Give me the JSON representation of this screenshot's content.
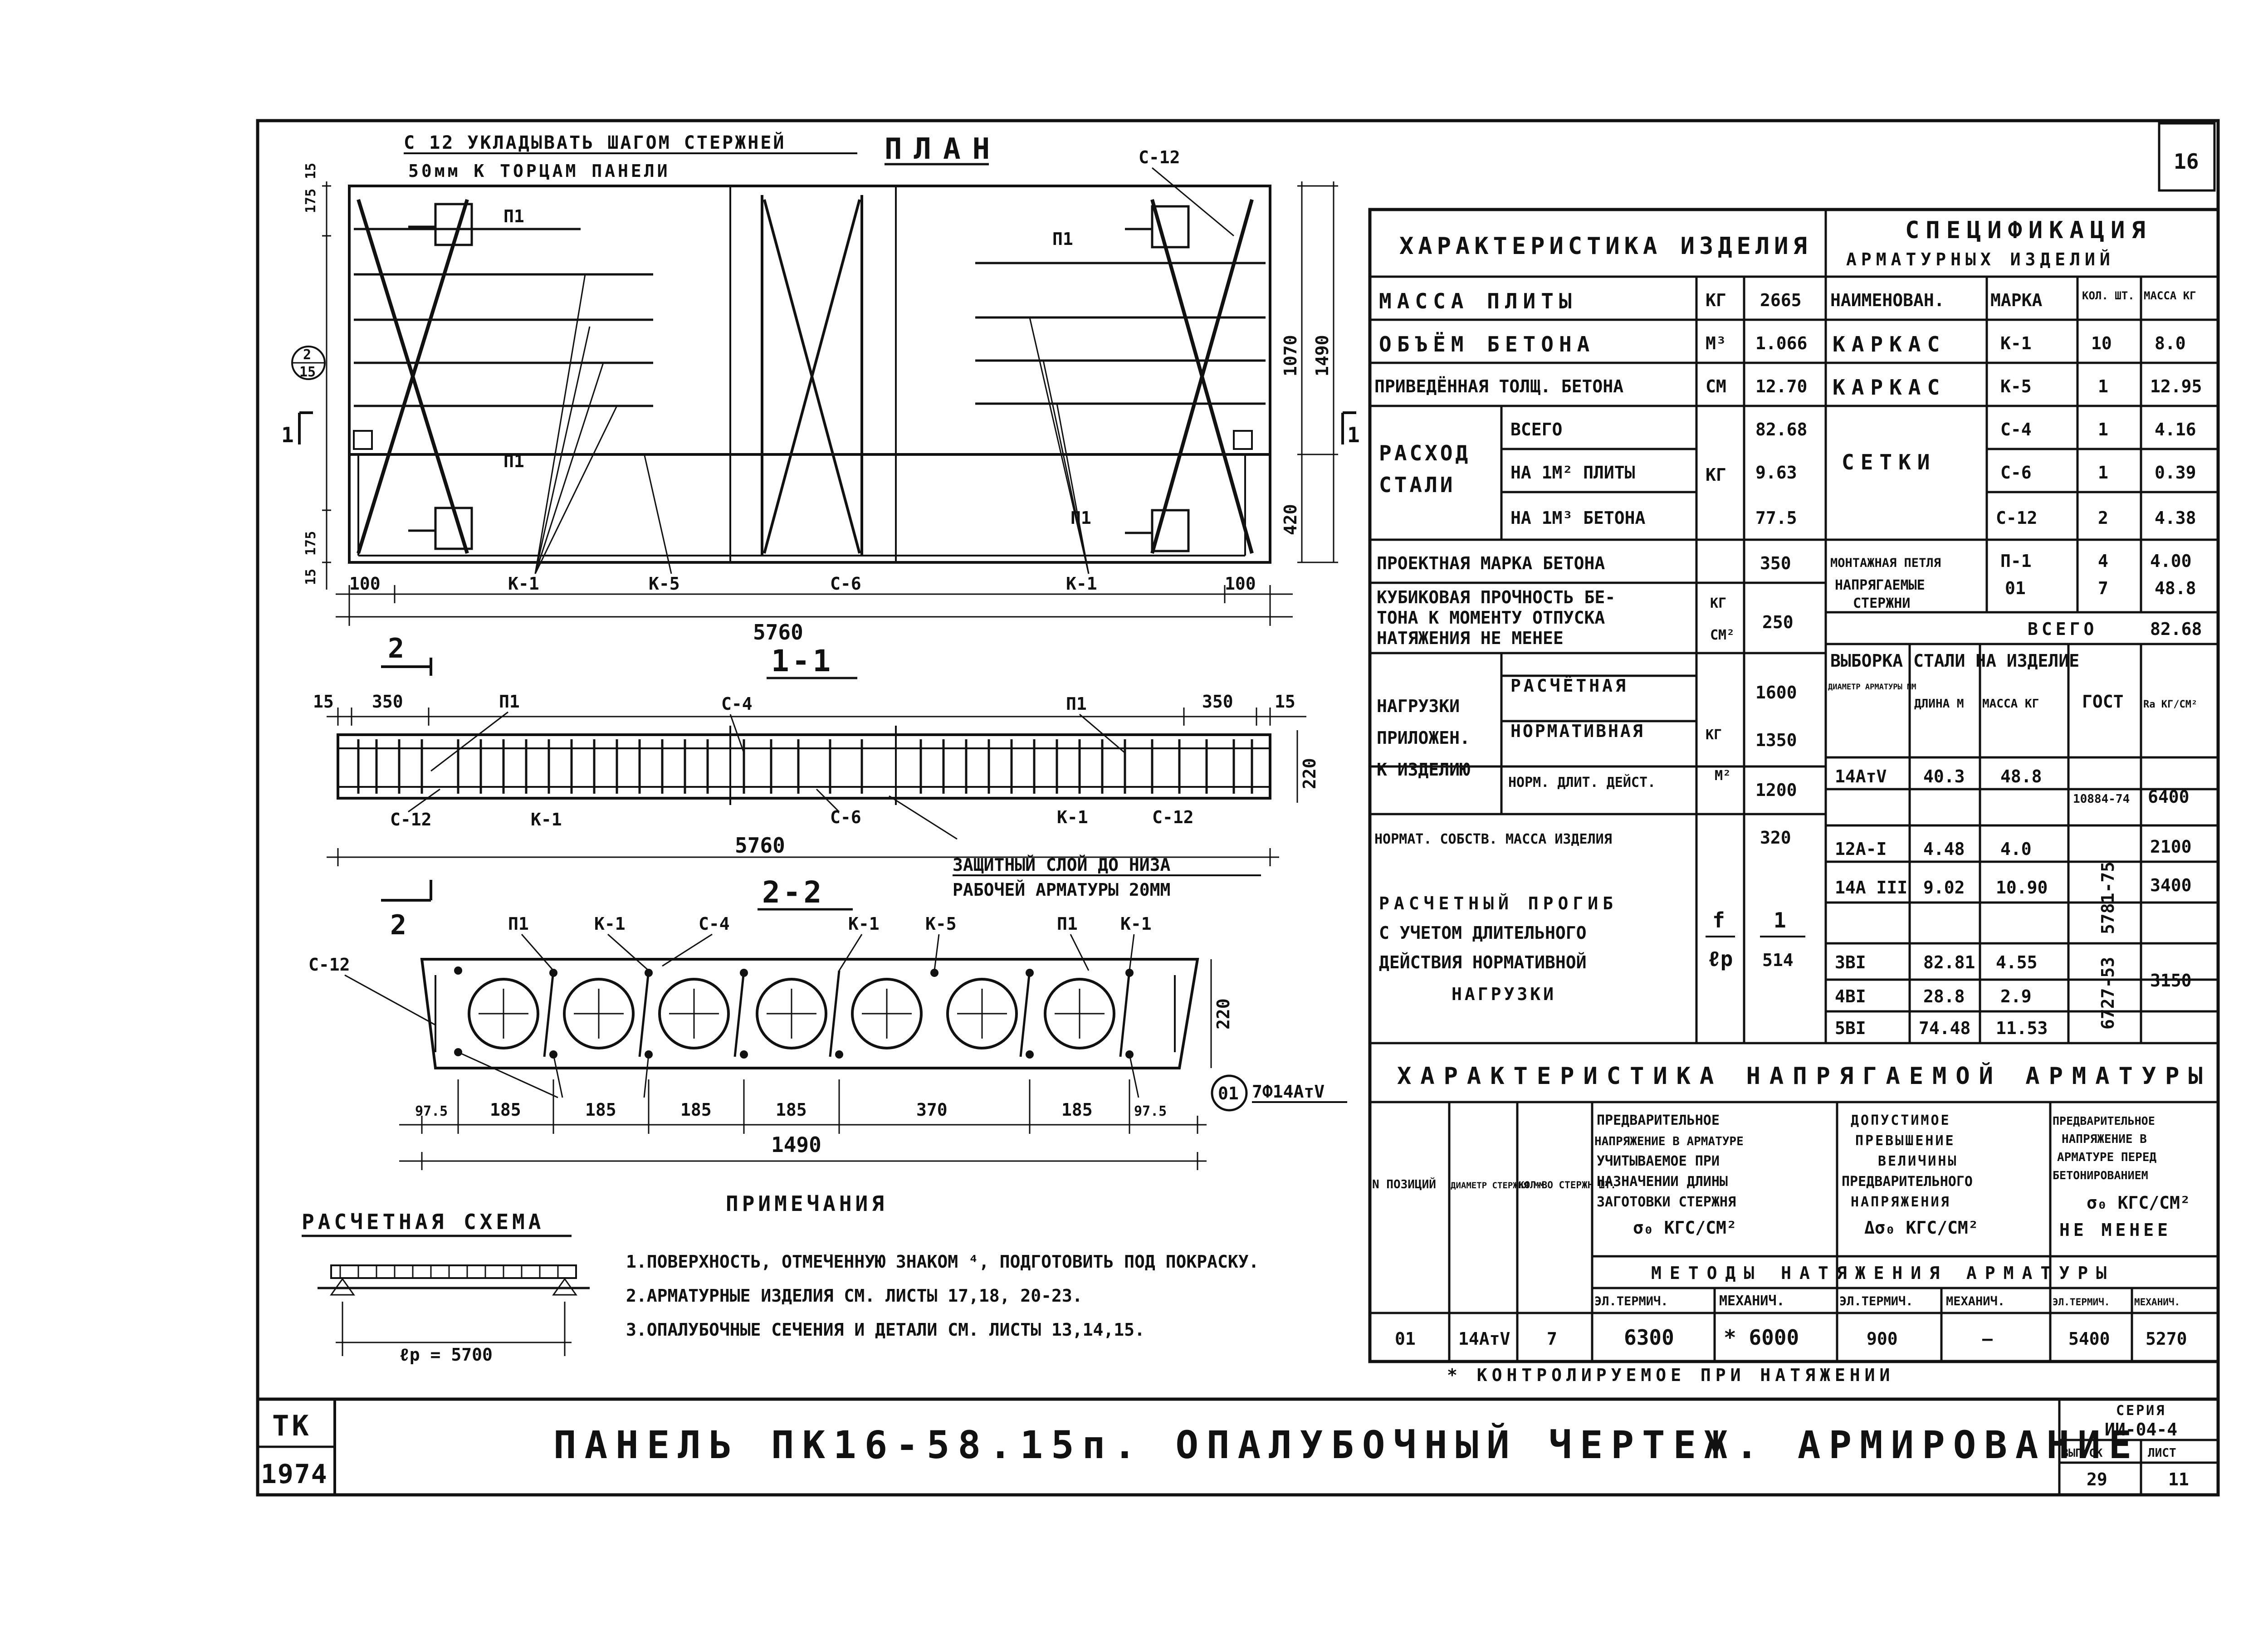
{
  "sheet_number": "16",
  "plan": {
    "title": "ПЛАН",
    "note_line1": "С 12 УКЛАДЫВАТЬ ШАГОМ СТЕРЖНЕЙ",
    "note_line2": "50мм К ТОРЦАМ ПАНЕЛИ",
    "dims": {
      "top_left_a": "175",
      "top_left_b": "15",
      "bottom_left_a": "15",
      "bottom_left_b": "175",
      "width_1070": "1070",
      "width_1490": "1490",
      "width_420": "420",
      "left_100": "100",
      "right_100": "100",
      "length": "5760"
    },
    "labels": {
      "c12_top": "С-12",
      "p1_tl": "П1",
      "p1_bl": "П1",
      "p1_tr": "П1",
      "p1_br": "П1",
      "k1_l": "К-1",
      "k5": "К-5",
      "c6": "С-6",
      "k1_r": "К-1",
      "circle_top": "2",
      "circle_bottom": "15",
      "cut_left": "1",
      "cut_right": "1"
    }
  },
  "section11": {
    "title": "1-1",
    "cut_mark": "2",
    "dims": {
      "d15_l": "15",
      "d350_l": "350",
      "d350_r": "350",
      "d15_r": "15",
      "h220": "220",
      "length": "5760"
    },
    "labels": {
      "p1_l": "П1",
      "c4": "С-4",
      "p1_r": "П1",
      "c12_l": "С-12",
      "k1_l": "К-1",
      "c6": "С-6",
      "k1_r": "К-1",
      "c12_r": "С-12"
    },
    "cover_note1": "ЗАЩИТНЫЙ СЛОЙ ДО НИЗА",
    "cover_note2": "РАБОЧЕЙ АРМАТУРЫ 20ММ"
  },
  "section22": {
    "title": "2-2",
    "cut_mark": "2",
    "labels": {
      "p1_a": "П1",
      "k1_a": "К-1",
      "c4": "С-4",
      "k1_b": "К-1",
      "k5": "К-5",
      "p1_b": "П1",
      "k1_c": "К-1",
      "c12": "С-12",
      "marker": "01",
      "bars": "7Ф14АтV"
    },
    "dims": {
      "spans": [
        "97.5",
        "185",
        "185",
        "185",
        "185",
        "370",
        "185",
        "97.5"
      ],
      "width": "1490",
      "h220": "220"
    }
  },
  "calc_scheme": {
    "title": "РАСЧЕТНАЯ СХЕМА",
    "span": "ℓp = 5700"
  },
  "notes": {
    "title": "ПРИМЕЧАНИЯ",
    "items": [
      "1.ПОВЕРХНОСТЬ, ОТМЕЧЕННУЮ ЗНАКОМ ⁴, ПОДГОТОВИТЬ ПОД ПОКРАСКУ.",
      "2.АРМАТУРНЫЕ ИЗДЕЛИЯ СМ. ЛИСТЫ 17,18, 20-23.",
      "3.ОПАЛУБОЧНЫЕ СЕЧЕНИЯ И ДЕТАЛИ СМ. ЛИСТЫ 13,14,15."
    ]
  },
  "product": {
    "title": "ХАРАКТЕРИСТИКА ИЗДЕЛИЯ",
    "rows": [
      {
        "name": "МАССА ПЛИТЫ",
        "unit": "КГ",
        "value": "2665"
      },
      {
        "name": "ОБЪЁМ БЕТОНА",
        "unit": "М³",
        "value": "1.066"
      },
      {
        "name": "ПРИВЕДЁННАЯ ТОЛЩ. БЕТОНА",
        "unit": "СМ",
        "value": "12.70"
      }
    ],
    "steel": {
      "label1": "РАСХОД",
      "label2": "СТАЛИ",
      "unit": "КГ",
      "rows": [
        {
          "name": "ВСЕГО",
          "value": "82.68"
        },
        {
          "name": "НА 1М² ПЛИТЫ",
          "value": "9.63"
        },
        {
          "name": "НА 1М³ БЕТОНА",
          "value": "77.5"
        }
      ]
    },
    "grade": {
      "name": "ПРОЕКТНАЯ МАРКА БЕТОНА",
      "value": "350"
    },
    "cube": {
      "line1": "КУБИКОВАЯ ПРОЧНОСТЬ БЕ-",
      "line2": "ТОНА К МОМЕНТУ ОТПУСКА",
      "line3": "НАТЯЖЕНИЯ НЕ МЕНЕЕ",
      "unit_top": "КГ",
      "unit_bottom": "СМ²",
      "value": "250"
    },
    "loads": {
      "label1": "НАГРУЗКИ",
      "label2": "ПРИЛОЖЕН.",
      "label3": "К ИЗДЕЛИЮ",
      "unit_top": "КГ",
      "unit_bottom": "М²",
      "rows": [
        {
          "name": "РАСЧЁТНАЯ",
          "value": "1600"
        },
        {
          "name": "НОРМАТИВНАЯ",
          "value": "1350"
        },
        {
          "name": "НОРМ. ДЛИТ. ДЕЙСТ.",
          "value": "1200"
        }
      ]
    },
    "selfmass": {
      "name": "НОРМАТ. СОБСТВ. МАССА ИЗДЕЛИЯ",
      "value": "320"
    },
    "deflection": {
      "line1": "РАСЧЕТНЫЙ ПРОГИБ",
      "line2": "С УЧЕТОМ ДЛИТЕЛЬНОГО",
      "line3": "ДЕЙСТВИЯ НОРМАТИВНОЙ",
      "line4": "НАГРУЗКИ",
      "unit_top": "f",
      "unit_bottom": "ℓp",
      "value_top": "1",
      "value_bottom": "514"
    }
  },
  "spec": {
    "title1": "СПЕЦИФИКАЦИЯ",
    "title2": "АРМАТУРНЫХ ИЗДЕЛИЙ",
    "headers": [
      "НАИМЕНОВАН.",
      "МАРКА",
      "КОЛ. ШТ.",
      "МАССА КГ"
    ],
    "karkas1": {
      "name": "КАРКАС",
      "mark": "К-1",
      "qty": "10",
      "mass": "8.0"
    },
    "karkas2": {
      "name": "КАРКАС",
      "mark": "К-5",
      "qty": "1",
      "mass": "12.95"
    },
    "setki": {
      "name": "СЕТКИ",
      "rows": [
        {
          "mark": "С-4",
          "qty": "1",
          "mass": "4.16"
        },
        {
          "mark": "С-6",
          "qty": "1",
          "mass": "0.39"
        },
        {
          "mark": "С-12",
          "qty": "2",
          "mass": "4.38"
        }
      ]
    },
    "loop": {
      "name": "МОНТАЖНАЯ ПЕТЛЯ",
      "mark": "П-1",
      "qty": "4",
      "mass": "4.00"
    },
    "tendons": {
      "name1": "НАПРЯГАЕМЫЕ",
      "name2": "СТЕРЖНИ",
      "mark": "01",
      "qty": "7",
      "mass": "48.8"
    },
    "total_label": "ВСЕГО",
    "total": "82.68"
  },
  "steel_select": {
    "title": "ВЫБОРКА СТАЛИ НА ИЗДЕЛИЕ",
    "headers": [
      "ДИАМЕТР АРМАТУРЫ ММ",
      "ДЛИНА М",
      "МАССА КГ",
      "ГОСТ",
      "Ra КГ/СМ²"
    ],
    "rows": [
      {
        "dia": "14АтV",
        "len": "40.3",
        "mass": "48.8"
      },
      {
        "dia": "12А-I",
        "len": "4.48",
        "mass": "4.0"
      },
      {
        "dia": "14А III",
        "len": "9.02",
        "mass": "10.90"
      },
      {
        "dia": "3ВI",
        "len": "82.81",
        "mass": "4.55"
      },
      {
        "dia": "4ВI",
        "len": "28.8",
        "mass": "2.9"
      },
      {
        "dia": "5ВI",
        "len": "74.48",
        "mass": "11.53"
      }
    ],
    "gost1": "10884-74",
    "ra1": "6400",
    "gost2": "5781-75",
    "ra2": "2100",
    "ra3": "3400",
    "gost3": "6727-53",
    "ra4": "3150"
  },
  "tension": {
    "title": "ХАРАКТЕРИСТИКА НАПРЯГАЕМОЙ АРМАТУРЫ",
    "h_pos": "N ПОЗИЦИЙ",
    "h_dia": "ДИАМЕТР СТЕРЖНЯ ММ",
    "h_qty": "КОЛ-ВО СТЕРЖН ШТ.",
    "h_pre": [
      "ПРЕДВАРИТЕЛЬНОЕ",
      "НАПРЯЖЕНИЕ В АРМАТУРЕ",
      "УЧИТЫВАЕМОЕ ПРИ",
      "НАЗНАЧЕНИИ ДЛИНЫ",
      "ЗАГОТОВКИ СТЕРЖНЯ",
      "σ₀ КГС/СМ²"
    ],
    "h_exc": [
      "ДОПУСТИМОЕ",
      "ПРЕВЫШЕНИЕ",
      "ВЕЛИЧИНЫ",
      "ПРЕДВАРИТЕЛЬНОГО",
      "НАПРЯЖЕНИЯ",
      "Δσ₀ КГС/СМ²"
    ],
    "h_bef": [
      "ПРЕДВАРИТЕЛЬНОЕ",
      "НАПРЯЖЕНИЕ В",
      "АРМАТУРЕ ПЕРЕД",
      "БЕТОНИРОВАНИЕМ",
      "σ₀ КГС/СМ²",
      "НЕ МЕНЕЕ"
    ],
    "methods": "МЕТОДЫ НАТЯЖЕНИЯ АРМАТУРЫ",
    "m_el": "ЭЛ.ТЕРМИЧ.",
    "m_mech": "МЕХАНИЧ.",
    "row": {
      "pos": "01",
      "dia": "14АтV",
      "qty": "7",
      "pre_el": "6300",
      "pre_mech": "* 6000",
      "exc_el": "900",
      "exc_mech": "—",
      "bef_el": "5400",
      "bef_mech": "5270"
    },
    "footnote": "* КОНТРОЛИРУЕМОЕ ПРИ НАТЯЖЕНИИ"
  },
  "titleblock": {
    "tk": "ТК",
    "year": "1974",
    "title": "ПАНЕЛЬ ПК16-58.15п. ОПАЛУБОЧНЫЙ ЧЕРТЕЖ. АРМИРОВАНИЕ",
    "series_label": "СЕРИЯ",
    "series": "ИИ-04-4",
    "issue_label": "ВЫПУСК",
    "issue": "29",
    "list_label": "ЛИСТ",
    "list": "11"
  }
}
